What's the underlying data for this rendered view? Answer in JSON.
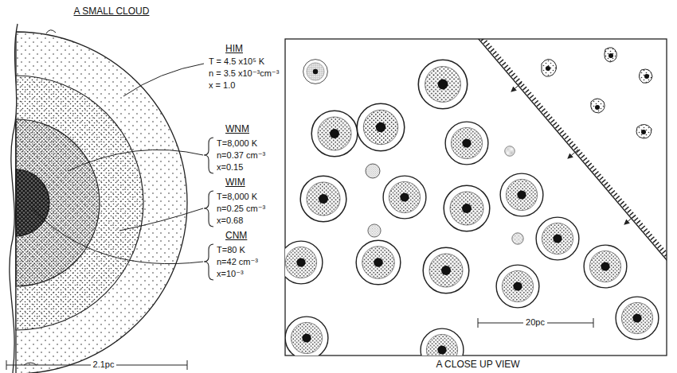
{
  "diagram": {
    "title": "A SMALL CLOUD",
    "caption": "A CLOSE UP VIEW",
    "labels": [
      "HIM",
      "T = 4.5 x10⁵ K",
      "n = 3.5 x10⁻³cm⁻³",
      "x = 1.0",
      "WNM",
      "T=8,000 K",
      "n=0.37 cm⁻³",
      "x=0.15",
      "WIM",
      "T=8,000 K",
      "n=0.25 cm⁻³",
      "x=0.68",
      "CNM",
      "T=80 K",
      "n=42 cm⁻³",
      "x=10⁻³",
      "2.1pc",
      "20pc"
    ]
  }
}
